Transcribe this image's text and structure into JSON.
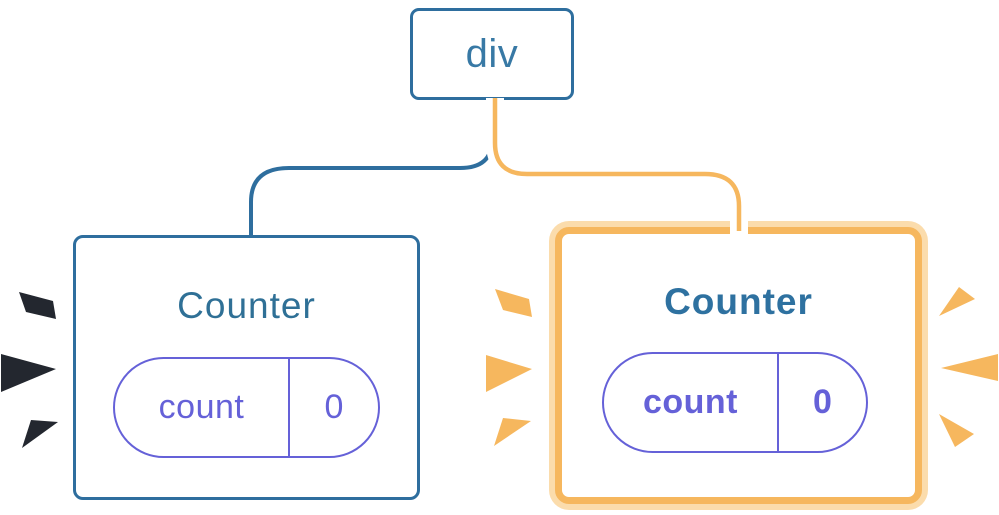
{
  "colors": {
    "blue": "#2E6E9E",
    "blue-text": "#3879A5",
    "teal-title": "#2F7096",
    "bold-title": "#2E71A0",
    "purple": "#6561D8",
    "orange": "#F6B75E",
    "cream": "#FBDCAC",
    "burst-dark": "#23272F",
    "surface": "#FFFFFF"
  },
  "root_node": {
    "label": "div"
  },
  "left_counter": {
    "title": "Counter",
    "state_key": "count",
    "state_value": "0"
  },
  "right_counter": {
    "title": "Counter",
    "state_key": "count",
    "state_value": "0"
  }
}
